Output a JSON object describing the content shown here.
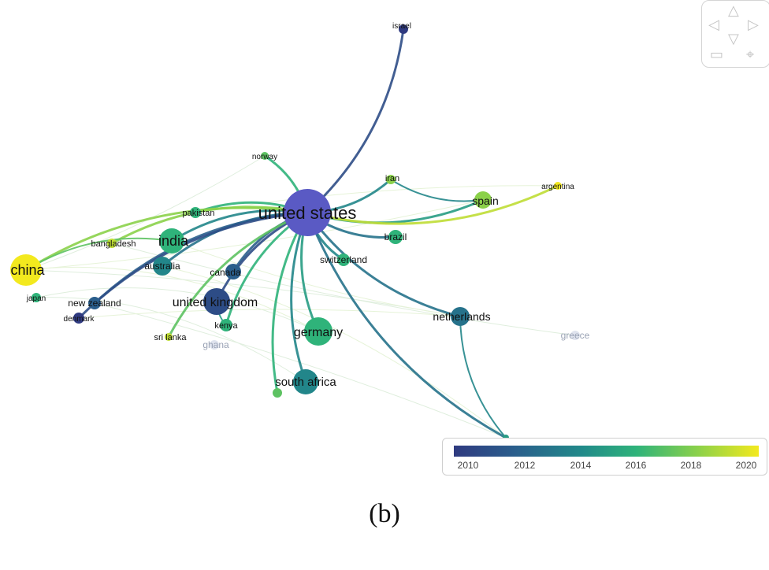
{
  "caption": "(b)",
  "nodes": [
    {
      "id": "us",
      "label": "united states",
      "year": 2010,
      "r": 30
    },
    {
      "id": "israel",
      "label": "israel",
      "year": 2010,
      "r": 6
    },
    {
      "id": "norway",
      "label": "norway",
      "year": 2017,
      "r": 5
    },
    {
      "id": "iran",
      "label": "iran",
      "year": 2018,
      "r": 6
    },
    {
      "id": "argentina",
      "label": "argentina",
      "year": 2020,
      "r": 5
    },
    {
      "id": "spain",
      "label": "spain",
      "year": 2018,
      "r": 11
    },
    {
      "id": "brazil",
      "label": "brazil",
      "year": 2016,
      "r": 9
    },
    {
      "id": "pakistan",
      "label": "pakistan",
      "year": 2016,
      "r": 7
    },
    {
      "id": "india",
      "label": "india",
      "year": 2016,
      "r": 16
    },
    {
      "id": "bangladesh",
      "label": "bangladesh",
      "year": 2019,
      "r": 6
    },
    {
      "id": "china",
      "label": "china",
      "year": 2020,
      "r": 20
    },
    {
      "id": "australia",
      "label": "australia",
      "year": 2014,
      "r": 12
    },
    {
      "id": "canada",
      "label": "canada",
      "year": 2012,
      "r": 10
    },
    {
      "id": "switzerland",
      "label": "switzerland",
      "year": 2016,
      "r": 8
    },
    {
      "id": "japan",
      "label": "japan",
      "year": 2016,
      "r": 6
    },
    {
      "id": "newzealand",
      "label": "new zealand",
      "year": 2012,
      "r": 8
    },
    {
      "id": "denmark",
      "label": "denmark",
      "year": 2010,
      "r": 7
    },
    {
      "id": "uk",
      "label": "united kingdom",
      "year": 2011,
      "r": 17
    },
    {
      "id": "kenya",
      "label": "kenya",
      "year": 2016,
      "r": 8
    },
    {
      "id": "srilanka",
      "label": "sri lanka",
      "year": 2019,
      "r": 5
    },
    {
      "id": "ghana",
      "label": "ghana",
      "year": 2018,
      "r": 6
    },
    {
      "id": "germany",
      "label": "germany",
      "year": 2016,
      "r": 18
    },
    {
      "id": "netherlands",
      "label": "netherlands",
      "year": 2013,
      "r": 12
    },
    {
      "id": "greece",
      "label": "greece",
      "year": 2010,
      "r": 6
    },
    {
      "id": "southafrica",
      "label": "south africa",
      "year": 2014,
      "r": 16
    },
    {
      "id": "sa2",
      "label": "",
      "year": 2017,
      "r": 6
    },
    {
      "id": "bottom",
      "label": "",
      "year": 2015,
      "r": 4
    }
  ],
  "links": [
    [
      "us",
      "israel",
      2011
    ],
    [
      "us",
      "norway",
      2016
    ],
    [
      "us",
      "iran",
      2014
    ],
    [
      "us",
      "spain",
      2015
    ],
    [
      "us",
      "argentina",
      2019
    ],
    [
      "us",
      "brazil",
      2013
    ],
    [
      "us",
      "pakistan",
      2016
    ],
    [
      "us",
      "india",
      2014
    ],
    [
      "us",
      "bangladesh",
      2018
    ],
    [
      "us",
      "china",
      2018
    ],
    [
      "us",
      "australia",
      2013
    ],
    [
      "us",
      "canada",
      2012
    ],
    [
      "us",
      "switzerland",
      2014
    ],
    [
      "us",
      "newzealand",
      2012
    ],
    [
      "us",
      "denmark",
      2011
    ],
    [
      "us",
      "uk",
      2011
    ],
    [
      "us",
      "kenya",
      2016
    ],
    [
      "us",
      "srilanka",
      2017
    ],
    [
      "us",
      "germany",
      2015
    ],
    [
      "us",
      "netherlands",
      2013
    ],
    [
      "us",
      "southafrica",
      2014
    ],
    [
      "us",
      "sa2",
      2016
    ],
    [
      "us",
      "bottom",
      2013
    ],
    [
      "netherlands",
      "bottom",
      2014
    ],
    [
      "india",
      "china",
      2017
    ],
    [
      "iran",
      "spain",
      2014
    ],
    [
      "uk",
      "kenya",
      2015
    ]
  ],
  "legend": {
    "ticks": [
      "2010",
      "2012",
      "2014",
      "2016",
      "2018",
      "2020"
    ]
  },
  "navigation": {
    "up": "△",
    "down": "▽",
    "left": "◁",
    "right": "▷",
    "zoom_out": "▭",
    "zoom_reset": "⌖"
  }
}
